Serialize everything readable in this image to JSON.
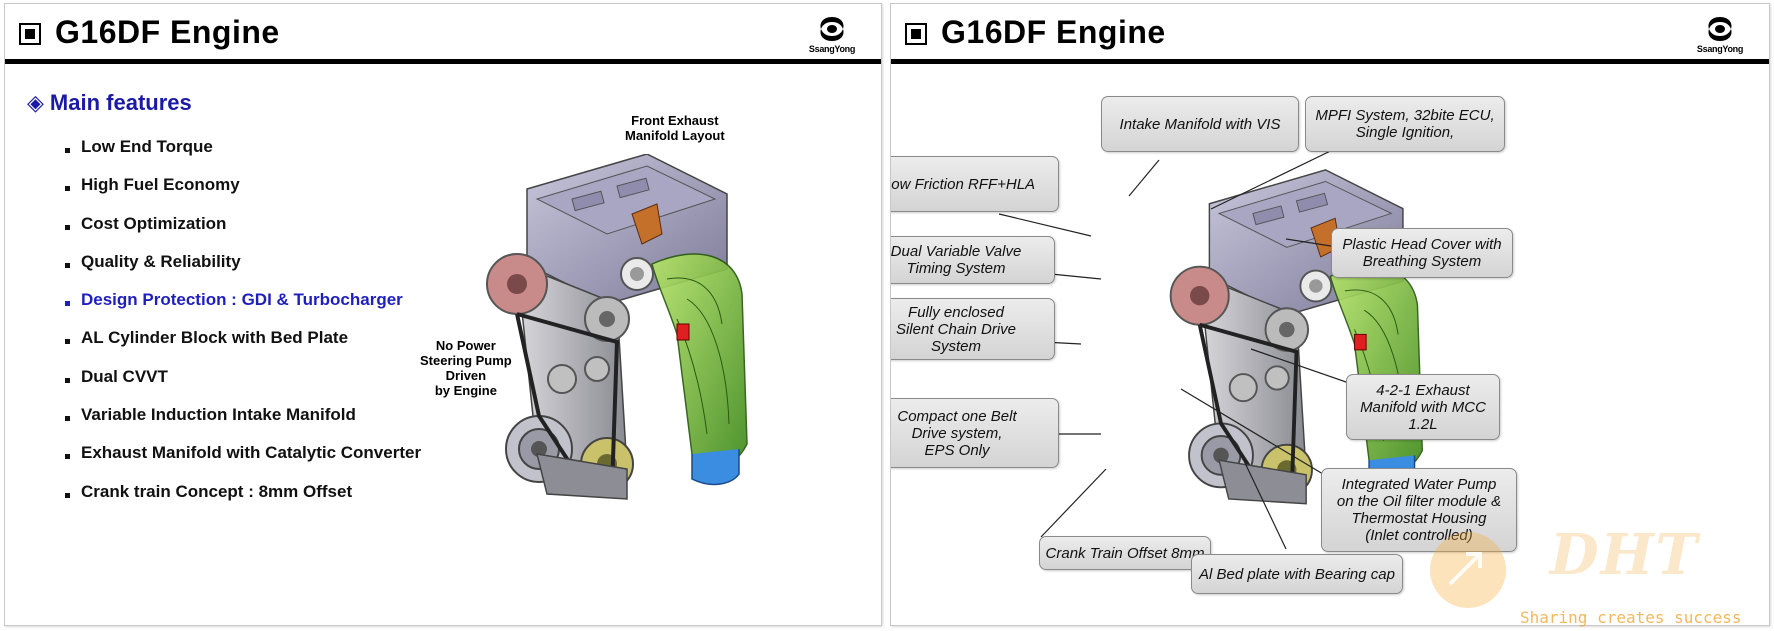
{
  "left_slide": {
    "title": "G16DF Engine",
    "logo_text": "SsangYong",
    "section_title": "Main features",
    "features": [
      "Low End Torque",
      "High Fuel Economy",
      "Cost Optimization",
      "Quality & Reliability",
      "Design Protection : GDI & Turbocharger",
      "AL Cylinder Block with Bed Plate",
      "Dual CVVT",
      "Variable Induction Intake Manifold",
      "Exhaust Manifold with Catalytic Converter",
      "Crank train Concept : 8mm Offset"
    ],
    "highlighted_feature_index": 4,
    "caption_exhaust": [
      "Front Exhaust",
      "Manifold Layout"
    ],
    "caption_steering": [
      "No Power",
      "Steering Pump",
      "Driven",
      "by Engine"
    ]
  },
  "right_slide": {
    "title": "G16DF Engine",
    "logo_text": "SsangYong",
    "callouts": [
      [
        "Intake Manifold with VIS"
      ],
      [
        "MPFI System, 32bite ECU,",
        "Single Ignition,"
      ],
      [
        "Low Friction RFF+HLA"
      ],
      [
        "Plastic Head Cover with",
        "Breathing System"
      ],
      [
        "Dual Variable Valve",
        "Timing System"
      ],
      [
        "Fully enclosed",
        "Silent Chain Drive",
        "System"
      ],
      [
        "4-2-1 Exhaust",
        "Manifold with MCC",
        "1.2L"
      ],
      [
        "Compact one Belt",
        "Drive system,",
        "EPS Only"
      ],
      [
        "Integrated Water Pump",
        "on the Oil filter module &",
        "Thermostat Housing",
        "(Inlet controlled)"
      ],
      [
        "Crank Train Offset 8mm"
      ],
      [
        "Al Bed plate with Bearing cap"
      ]
    ]
  },
  "watermark": {
    "brand": "DHT",
    "slogan": "Sharing creates success"
  },
  "colors": {
    "accent_blue": "#1a1aa6",
    "highlight_blue": "#1f1fbf",
    "title_rule": "#000000",
    "callout_fill": "#dcdcdc",
    "watermark_orange": "#eca028"
  }
}
